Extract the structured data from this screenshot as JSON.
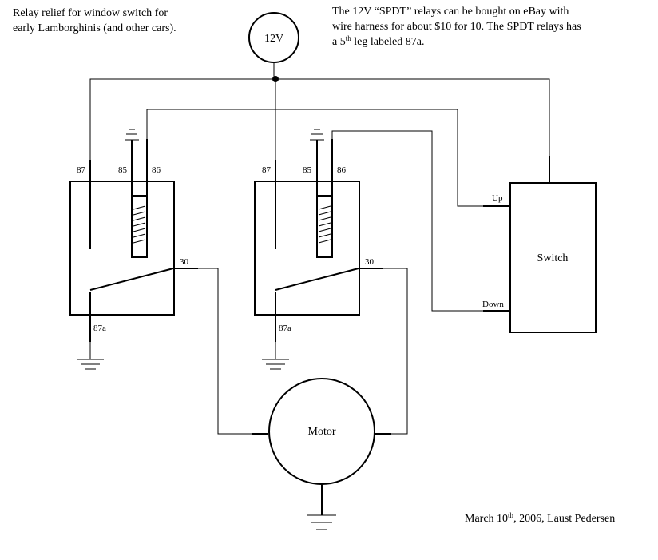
{
  "notes": {
    "left_line1": "Relay relief for window switch for",
    "left_line2": "early Lamborghinis (and other cars).",
    "right_line1": "The 12V “SPDT” relays can be bought on eBay with",
    "right_line2": "wire harness for about $10 for 10. The SPDT relays has",
    "right_line3_a": "a 5",
    "right_line3_sup": "th",
    "right_line3_b": " leg labeled 87a.",
    "credit_a": "March 10",
    "credit_sup": "th",
    "credit_b": ", 2006, Laust Pedersen"
  },
  "supply": {
    "label": "12V"
  },
  "relay_left": {
    "pin_87": "87",
    "pin_85": "85",
    "pin_86": "86",
    "pin_30": "30",
    "pin_87a": "87a"
  },
  "relay_right": {
    "pin_87": "87",
    "pin_85": "85",
    "pin_86": "86",
    "pin_30": "30",
    "pin_87a": "87a"
  },
  "switch": {
    "label": "Switch",
    "up_label": "Up",
    "down_label": "Down"
  },
  "motor": {
    "label": "Motor"
  },
  "colors": {
    "ink": "#000000",
    "paper": "#ffffff"
  }
}
